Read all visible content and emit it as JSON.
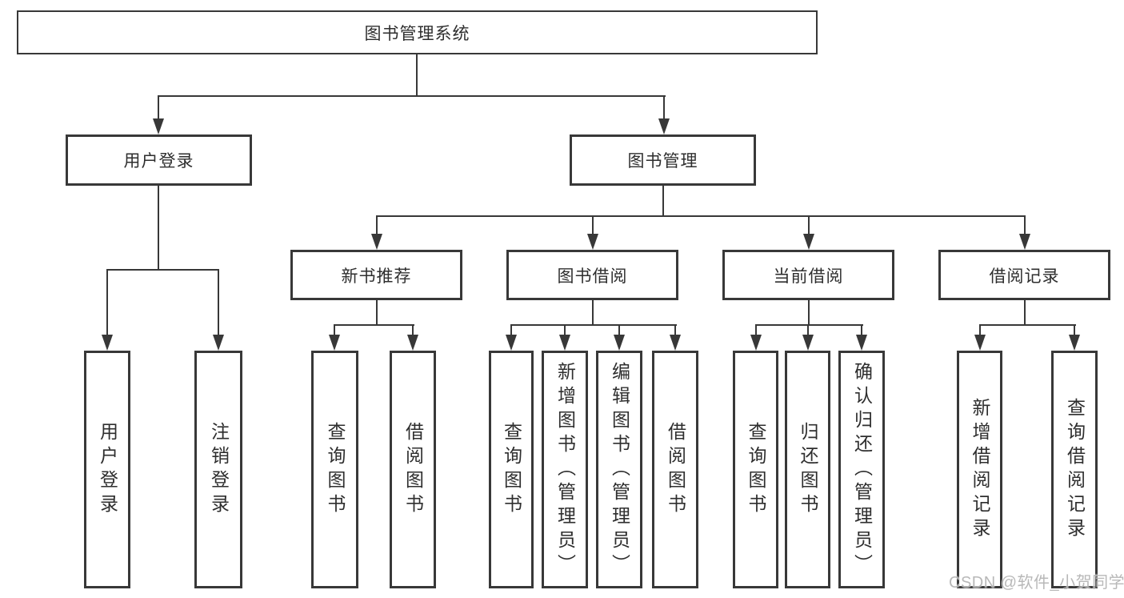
{
  "diagram": {
    "root": {
      "label": "图书管理系统"
    },
    "level2": [
      {
        "label": "用户登录"
      },
      {
        "label": "图书管理"
      }
    ],
    "level3": [
      {
        "label": "新书推荐",
        "parent": "图书管理"
      },
      {
        "label": "图书借阅",
        "parent": "图书管理"
      },
      {
        "label": "当前借阅",
        "parent": "图书管理"
      },
      {
        "label": "借阅记录",
        "parent": "图书管理"
      }
    ],
    "leaves": [
      {
        "label": "用户登录",
        "parent": "用户登录"
      },
      {
        "label": "注销登录",
        "parent": "用户登录"
      },
      {
        "label": "查询图书",
        "parent": "新书推荐"
      },
      {
        "label": "借阅图书",
        "parent": "新书推荐"
      },
      {
        "label": "查询图书",
        "parent": "图书借阅"
      },
      {
        "label": "新增图书（管理员）",
        "parent": "图书借阅"
      },
      {
        "label": "编辑图书（管理员）",
        "parent": "图书借阅"
      },
      {
        "label": "借阅图书",
        "parent": "图书借阅"
      },
      {
        "label": "查询图书",
        "parent": "当前借阅"
      },
      {
        "label": "归还图书",
        "parent": "当前借阅"
      },
      {
        "label": "确认归还（管理员）",
        "parent": "当前借阅"
      },
      {
        "label": "新增借阅记录",
        "parent": "借阅记录"
      },
      {
        "label": "查询借阅记录",
        "parent": "借阅记录"
      }
    ]
  },
  "watermark": {
    "text": "CSDN @软件_小贺同学"
  },
  "colors": {
    "line": "#383838",
    "text": "#2e2e2e",
    "watermark": "#b3b3b3",
    "background": "#ffffff"
  }
}
